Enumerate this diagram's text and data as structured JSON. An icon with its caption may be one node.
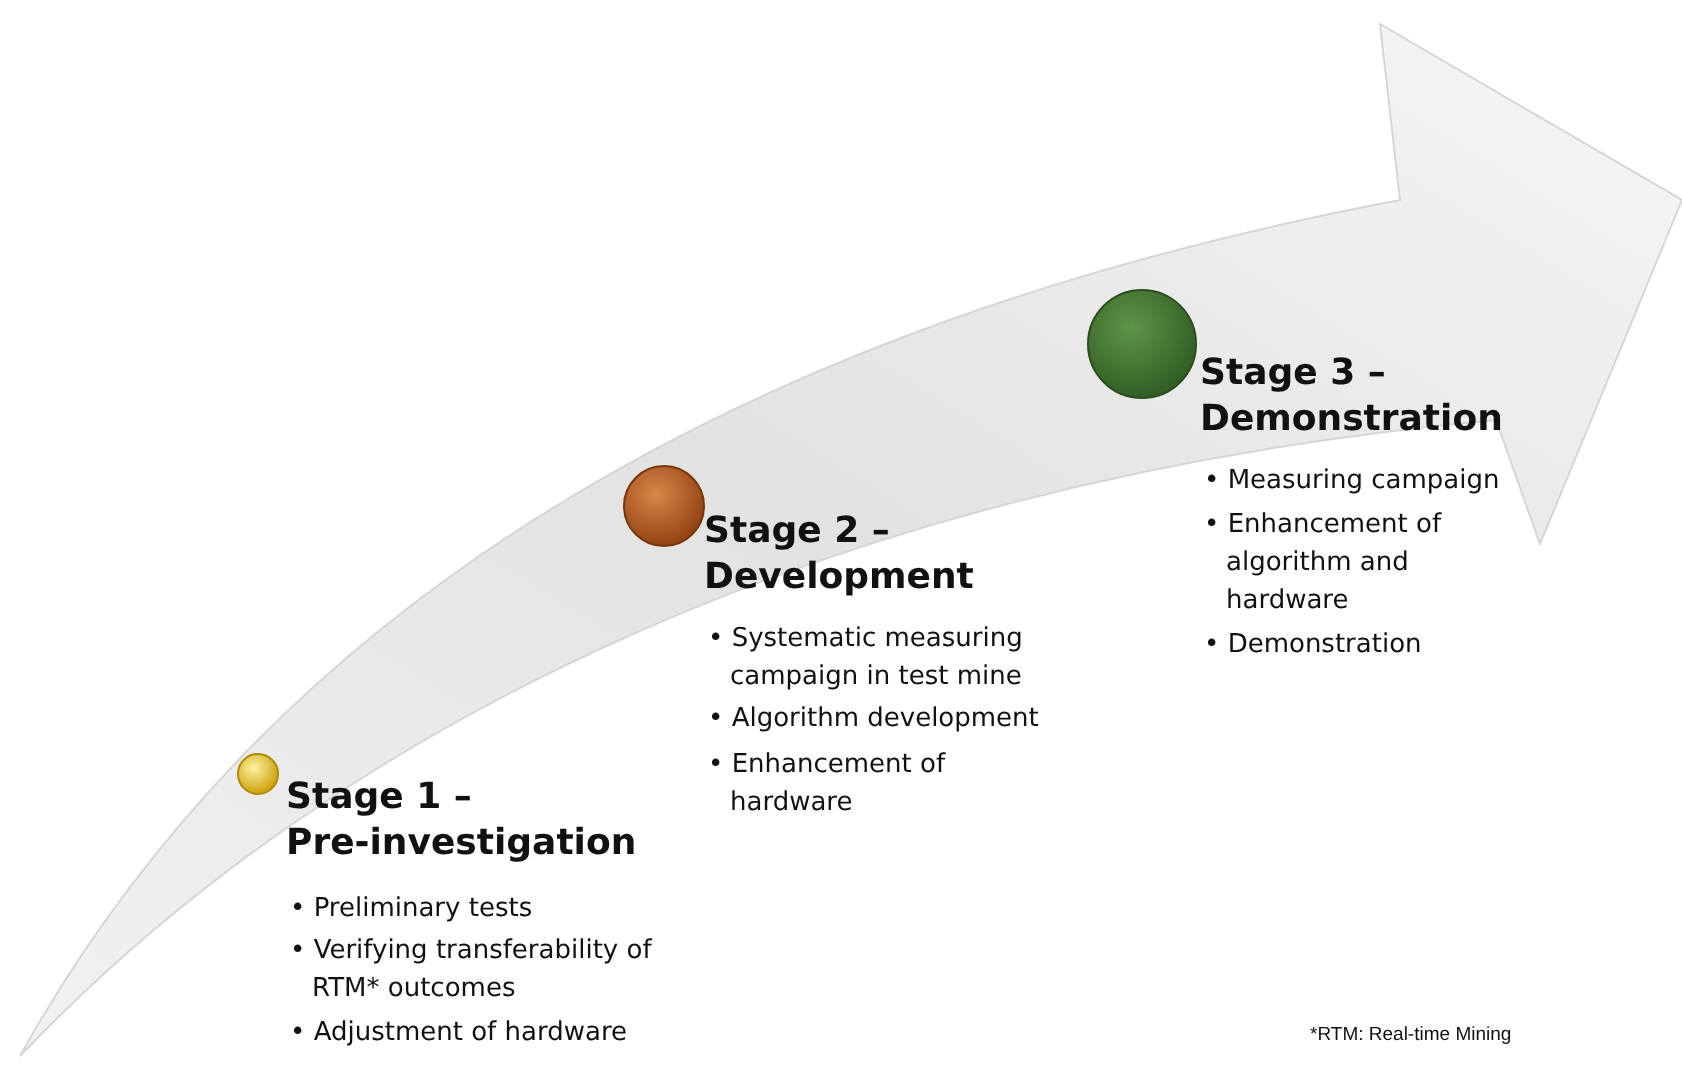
{
  "diagram": {
    "labels": [
      "Stage 1 – Pre-investigation",
      "• Preliminary tests",
      "• Verifying transferability of RTM* outcomes",
      "• Adjustment of hardware",
      "Stage 2 – Development",
      "• Systematic measuring campaign in test mine",
      "• Algorithm development",
      "• Enhancement of hardware",
      "Stage 3 – Demonstration",
      "• Measuring campaign",
      "• Enhancement of algorithm and hardware",
      "• Demonstration",
      "*RTM: Real-time Mining"
    ]
  }
}
